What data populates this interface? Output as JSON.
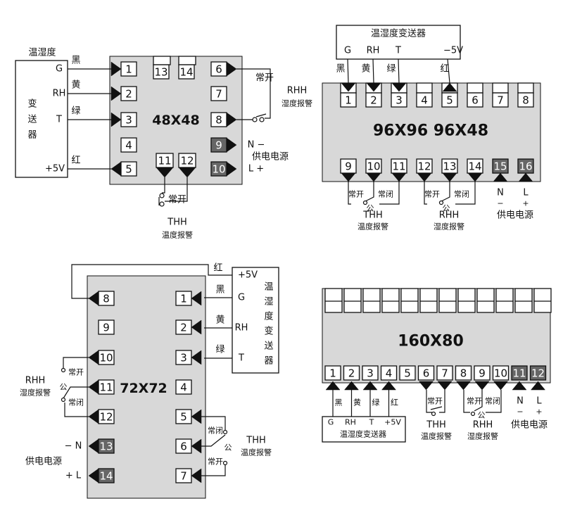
{
  "d1": {
    "model": "48X48",
    "sensor_title": "温湿度",
    "sensor_body": [
      "变",
      "送",
      "器"
    ],
    "sensor_pins": [
      "G",
      "RH",
      "T",
      "+5V"
    ],
    "wire_colors": [
      "黑",
      "黄",
      "绿",
      "红"
    ],
    "left_terms": [
      "1",
      "2",
      "3",
      "4",
      "5"
    ],
    "right_terms": [
      "6",
      "7",
      "8",
      "9",
      "10"
    ],
    "top_terms": [
      "13",
      "14"
    ],
    "bottom_terms": [
      "11",
      "12"
    ],
    "no_label": "常开",
    "rhh_code": "RHH",
    "rhh_desc": "湿度报警",
    "thh_code": "THH",
    "thh_desc": "温度报警",
    "power": "供电电源",
    "n_label": "N −",
    "l_label": "L +"
  },
  "d2": {
    "model": "96X96 96X48",
    "sensor_title": "温湿度变送器",
    "sensor_pins": [
      "G",
      "RH",
      "T",
      "−5V"
    ],
    "wire_colors": [
      "黑",
      "黄",
      "绿",
      "红"
    ],
    "top_terms": [
      "1",
      "2",
      "3",
      "4",
      "5",
      "6",
      "7",
      "8"
    ],
    "bottom_terms": [
      "9",
      "10",
      "11",
      "12",
      "13",
      "14",
      "15",
      "16"
    ],
    "no": "常开",
    "nc": "常闭",
    "com": "公",
    "thh_code": "THH",
    "thh_desc": "温度报警",
    "rhh_code": "RHH",
    "rhh_desc": "湿度报警",
    "n": "N",
    "l": "L",
    "minus": "−",
    "plus": "+",
    "power": "供电电源"
  },
  "d3": {
    "model": "72X72",
    "sensor_pins": [
      "+5V",
      "G",
      "RH",
      "T"
    ],
    "sensor_body": [
      "温",
      "湿",
      "度",
      "变",
      "送",
      "器"
    ],
    "wire_colors": [
      "红",
      "黑",
      "黄",
      "绿"
    ],
    "left_terms": [
      "8",
      "9",
      "10",
      "11",
      "12",
      "13",
      "14"
    ],
    "right_terms": [
      "1",
      "2",
      "3",
      "4",
      "5",
      "6",
      "7"
    ],
    "no": "常开",
    "nc": "常闭",
    "com": "公",
    "rhh_code": "RHH",
    "rhh_desc": "湿度报警",
    "thh_code": "THH",
    "thh_desc": "温度报警",
    "power": "供电电源",
    "n_label": "− N",
    "l_label": "+ L"
  },
  "d4": {
    "model": "160X80",
    "bottom_terms": [
      "1",
      "2",
      "3",
      "4",
      "5",
      "6",
      "7",
      "8",
      "9",
      "10",
      "11",
      "12"
    ],
    "wire_colors": [
      "黑",
      "黄",
      "绿",
      "红"
    ],
    "sensor_pins": [
      "G",
      "RH",
      "T",
      "+5V"
    ],
    "sensor_title": "温湿度变送器",
    "no": "常开",
    "nc": "常闭",
    "com": "公",
    "thh_code": "THH",
    "thh_desc": "温度报警",
    "rhh_code": "RHH",
    "rhh_desc": "湿度报警",
    "n": "N",
    "l": "L",
    "minus": "−",
    "plus": "+",
    "power": "供电电源"
  }
}
